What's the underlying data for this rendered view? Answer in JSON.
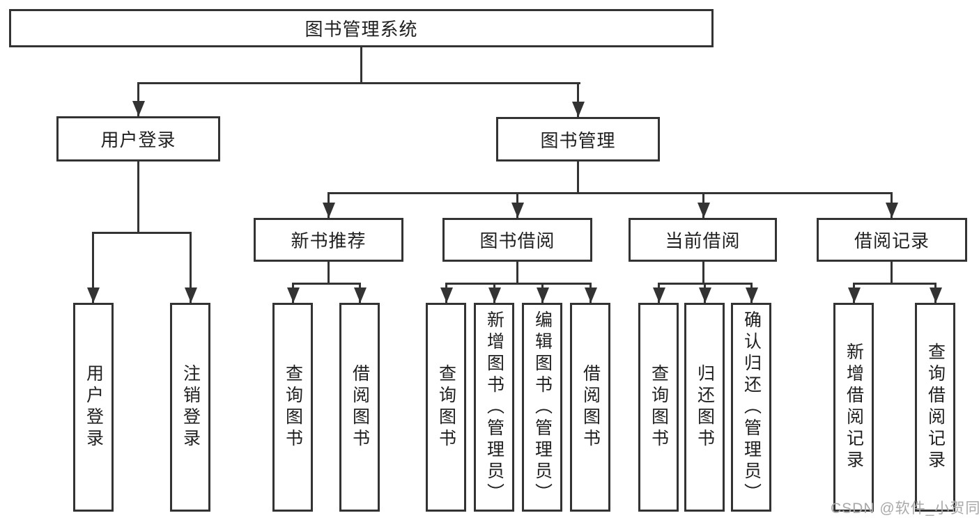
{
  "tree": {
    "root": {
      "label": "图书管理系统"
    },
    "branches": [
      {
        "label": "用户登录",
        "children": [
          {
            "label": "用户登录"
          },
          {
            "label": "注销登录"
          }
        ]
      },
      {
        "label": "图书管理",
        "groups": [
          {
            "label": "新书推荐",
            "children": [
              {
                "label": "查询图书"
              },
              {
                "label": "借阅图书"
              }
            ]
          },
          {
            "label": "图书借阅",
            "children": [
              {
                "label": "查询图书"
              },
              {
                "label": "新增图书（管理员）"
              },
              {
                "label": "编辑图书（管理员）"
              },
              {
                "label": "借阅图书"
              }
            ]
          },
          {
            "label": "当前借阅",
            "children": [
              {
                "label": "查询图书"
              },
              {
                "label": "归还图书"
              },
              {
                "label": "确认归还（管理员）"
              }
            ]
          },
          {
            "label": "借阅记录",
            "children": [
              {
                "label": "新增借阅记录"
              },
              {
                "label": "查询借阅记录"
              }
            ]
          }
        ]
      }
    ]
  },
  "watermark": {
    "text": "CSDN @软件_小贺同学"
  },
  "colors": {
    "line": "#333333",
    "text": "#1f1f1f",
    "background": "#ffffff",
    "watermark": "#a9a9a9"
  }
}
